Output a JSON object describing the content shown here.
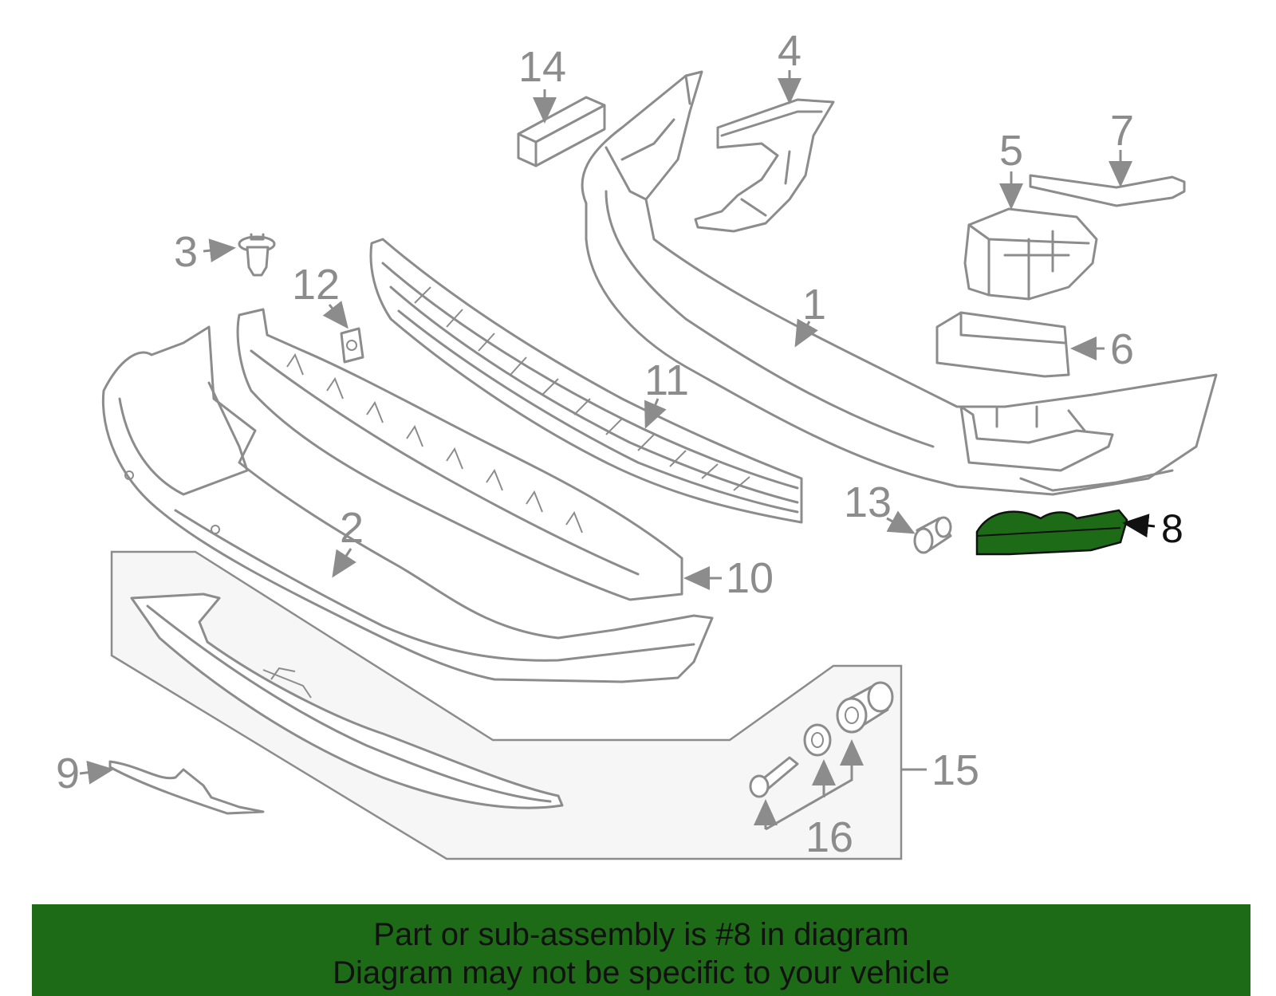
{
  "diagram": {
    "highlighted_part": "8",
    "highlight_color": "#1e6b17",
    "line_color": "#8c8c8c",
    "callouts": {
      "c1": "1",
      "c2": "2",
      "c3": "3",
      "c4": "4",
      "c5": "5",
      "c6": "6",
      "c7": "7",
      "c8": "8",
      "c9": "9",
      "c10": "10",
      "c11": "11",
      "c12": "12",
      "c13": "13",
      "c14": "14",
      "c15": "15",
      "c16": "16"
    }
  },
  "banner": {
    "line1": "Part or sub-assembly is #8 in diagram",
    "line2": "Diagram may not be specific to your vehicle",
    "background": "#1e6b17"
  }
}
